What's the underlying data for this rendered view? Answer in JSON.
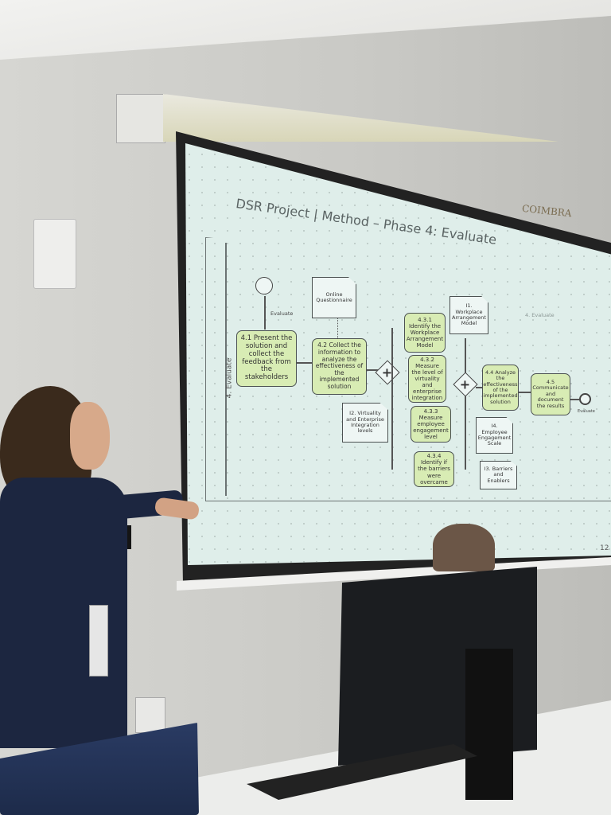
{
  "slide": {
    "title": "DSR Project | Method – Phase 4: Evaluate",
    "logo_text": "COIMBRA",
    "lane_label": "4. Evaluate",
    "sublane_label": "4. Evaluate",
    "start_label": "Evaluate",
    "end_label": "Evaluate",
    "page_number": "12",
    "tasks": [
      {
        "id": "4.1",
        "text": "4.1 Present the solution and collect the feedback from the stakeholders"
      },
      {
        "id": "4.2",
        "text": "4.2 Collect the information to analyze the effectiveness of the implemented solution"
      },
      {
        "id": "4.3.1",
        "text": "4.3.1 Identify the Workplace Arrangement Model"
      },
      {
        "id": "4.3.2",
        "text": "4.3.2 Measure the level of virtuality and enterprise integration"
      },
      {
        "id": "4.3.3",
        "text": "4.3.3 Measure employee engagement level"
      },
      {
        "id": "4.3.4",
        "text": "4.3.4 Identify if the barriers were overcame"
      },
      {
        "id": "4.4",
        "text": "4.4 Analyze the effectiveness of the implemented solution"
      },
      {
        "id": "4.5",
        "text": "4.5 Communicate and document the results"
      }
    ],
    "documents": [
      {
        "text": "Online Questionnaire"
      },
      {
        "text": "I1. Workplace Arrangement Model"
      },
      {
        "text": "I2. Virtuality and Enterprise Integration levels"
      },
      {
        "text": "I4. Employee Engagement Scale"
      },
      {
        "text": "I3. Barriers and Enablers"
      }
    ],
    "gateway_symbol": "+"
  }
}
